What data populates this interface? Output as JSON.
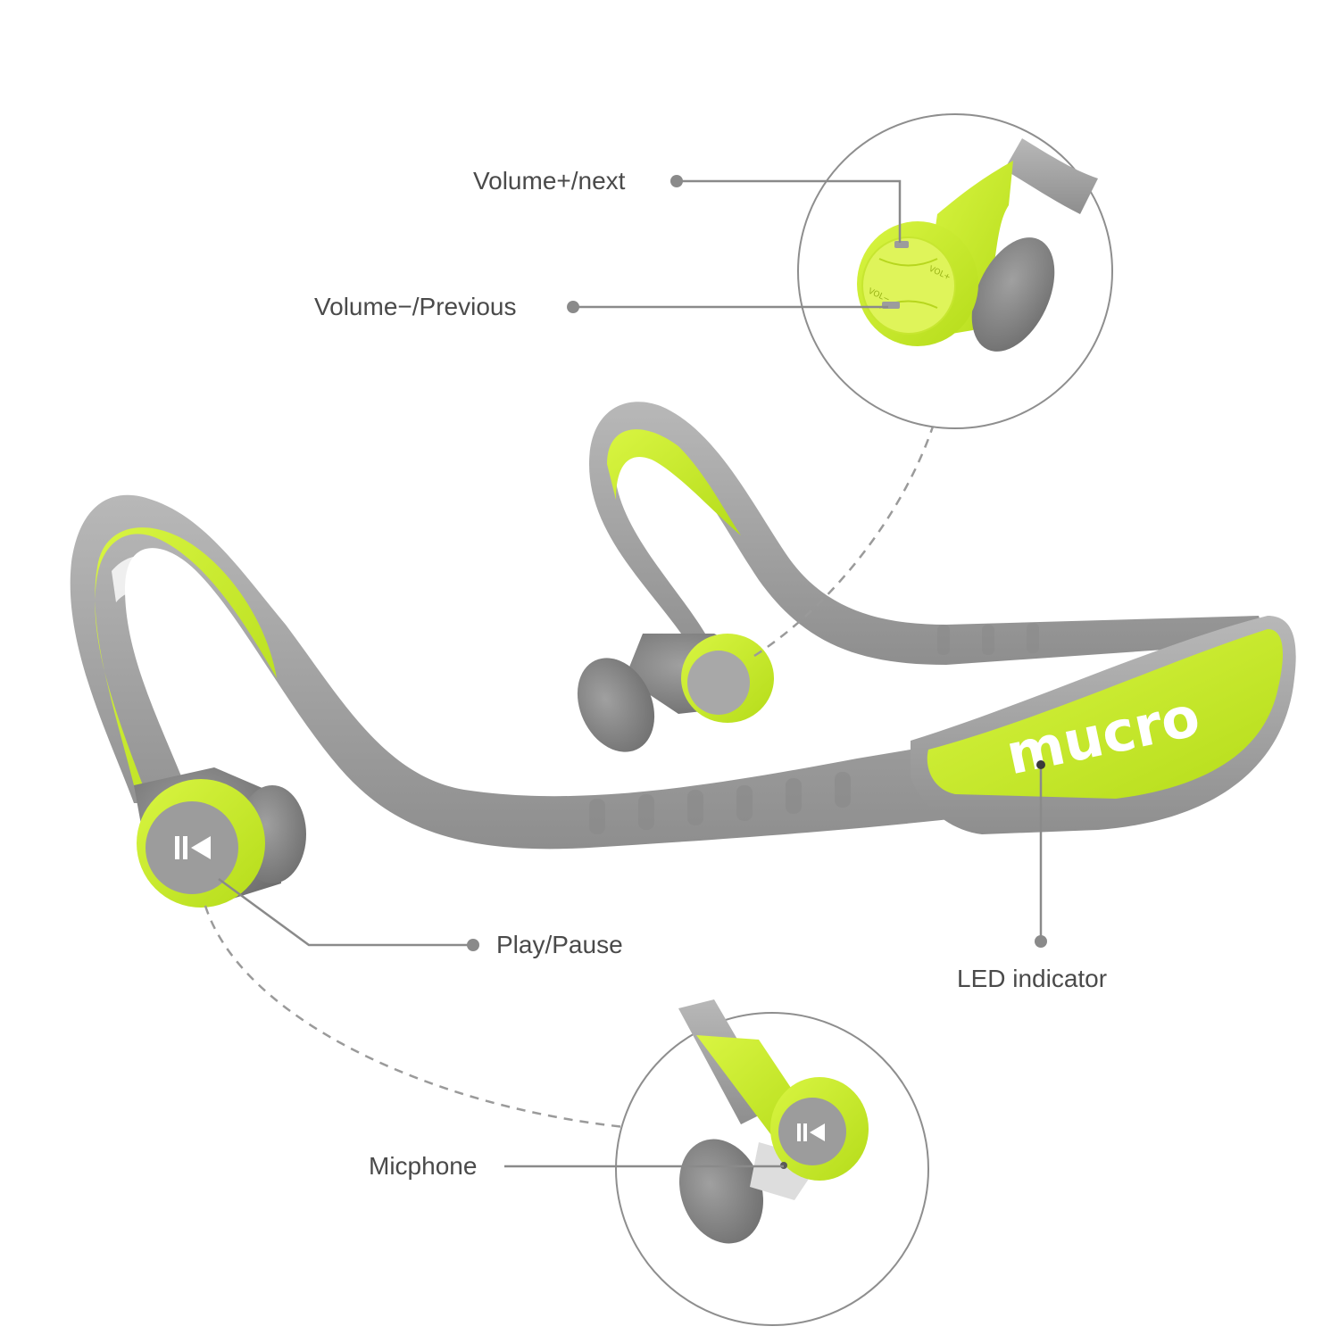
{
  "product": {
    "brand": "mucro",
    "colors": {
      "accent": "#c8ef2a",
      "accent_dark": "#a9cf15",
      "body_gray": "#9a9a9a",
      "body_gray_light": "#b3b3b3",
      "callout_line": "#8a8a8a",
      "label_text": "#4a4a4a"
    }
  },
  "callouts": {
    "volume_up": "Volume+/next",
    "volume_down": "Volume−/Previous",
    "play_pause": "Play/Pause",
    "led": "LED indicator",
    "microphone": "Micphone"
  },
  "button_marks": {
    "vol_plus": "VOL+",
    "vol_minus": "VOL−"
  },
  "icons": {
    "play_pause": "play-pause-icon",
    "led": "led-indicator-dot"
  }
}
